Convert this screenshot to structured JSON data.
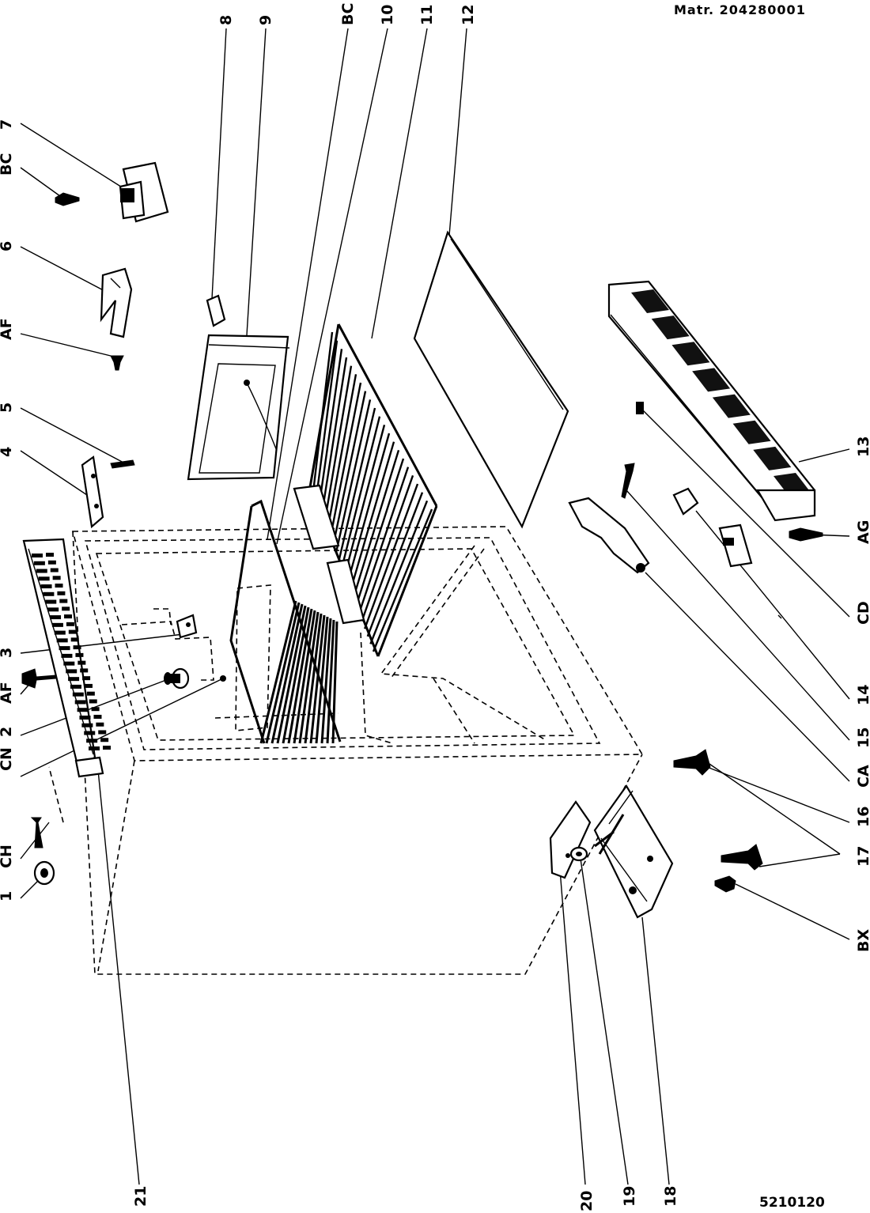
{
  "header": {
    "matr": "Matr. 204280001"
  },
  "footer": {
    "code": "5210120"
  },
  "labels": {
    "top": [
      "1",
      "CH",
      "CN",
      "2",
      "AF",
      "3",
      "4",
      "5",
      "AF",
      "6",
      "BC",
      "7",
      "8",
      "9",
      "BC",
      "10",
      "11",
      "12"
    ],
    "right": [
      "13",
      "AG",
      "CD",
      "14",
      "15",
      "CA",
      "16",
      "17",
      "BX"
    ],
    "bottom": [
      "21",
      "20",
      "19",
      "18"
    ]
  }
}
